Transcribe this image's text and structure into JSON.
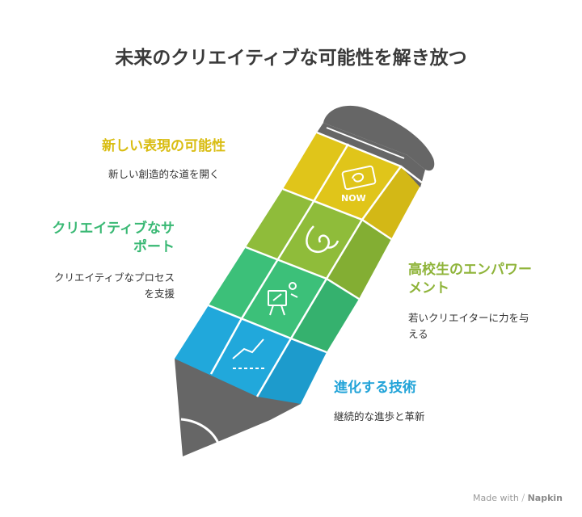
{
  "title": "未来のクリエイティブな可能性を解き放つ",
  "colors": {
    "yellow": "#e0c51a",
    "lime": "#8fbc3a",
    "green": "#3cc079",
    "blue": "#21a8db",
    "graphite": "#666666"
  },
  "items": [
    {
      "label": "新しい表現の可能性",
      "description": "新しい創造的な道を開く",
      "icon": "now-icon"
    },
    {
      "label": "クリエイティブなサポート",
      "label_lines": [
        "クリエイティブなサ",
        "ポート"
      ],
      "description": "クリエイティブなプロセスを支援",
      "description_lines": [
        "クリエイティブなプロセス",
        "を支援"
      ],
      "icon": "easel-icon"
    },
    {
      "label": "高校生のエンパワーメント",
      "label_lines": [
        "高校生のエンパワー",
        "メント"
      ],
      "description": "若いクリエイターに力を与える",
      "description_lines": [
        "若いクリエイターに力を与",
        "える"
      ],
      "icon": "swirl-icon"
    },
    {
      "label": "進化する技術",
      "description": "継続的な進歩と革新",
      "icon": "trend-line-icon"
    }
  ],
  "footer": {
    "prefix": "Made with",
    "brand": "Napkin"
  }
}
